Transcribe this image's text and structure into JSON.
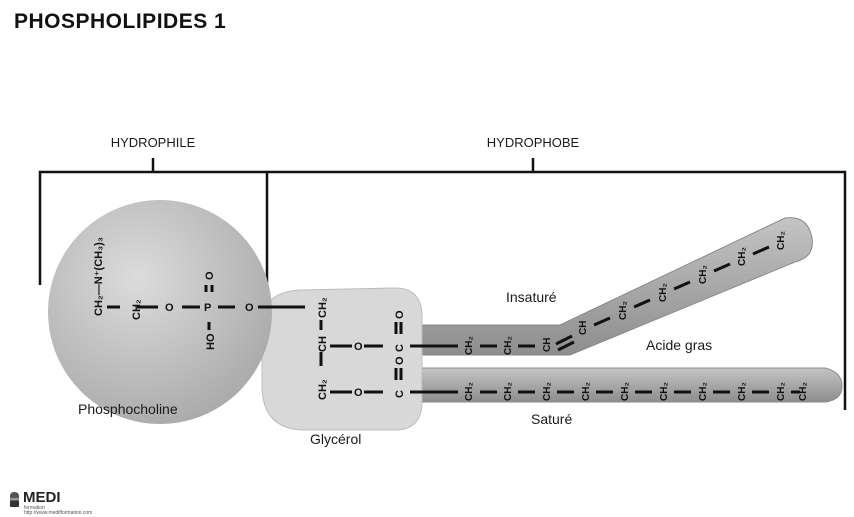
{
  "title": "PHOSPHOLIPIDES 1",
  "regions": {
    "hydrophile": "HYDROPHILE",
    "hydrophobe": "HYDROPHOBE"
  },
  "labels": {
    "phosphocholine": "Phosphocholine",
    "glycerol": "Glycérol",
    "insature": "Insaturé",
    "sature": "Saturé",
    "acide_gras": "Acide gras"
  },
  "formula": {
    "choline": "CH₂—N⁺(CH₃)₃",
    "ch2": "CH₂",
    "ch": "CH",
    "o": "O",
    "p": "P",
    "ho": "HO",
    "c": "C"
  },
  "colors": {
    "head": "#bcbcbc",
    "glycerol_body": "#d9d9d9",
    "tails": "#a6a6a6",
    "lines": "#111111"
  },
  "logo": {
    "name": "MEDI",
    "subtitle": "formation",
    "url": "http://www.medifformation.com"
  }
}
